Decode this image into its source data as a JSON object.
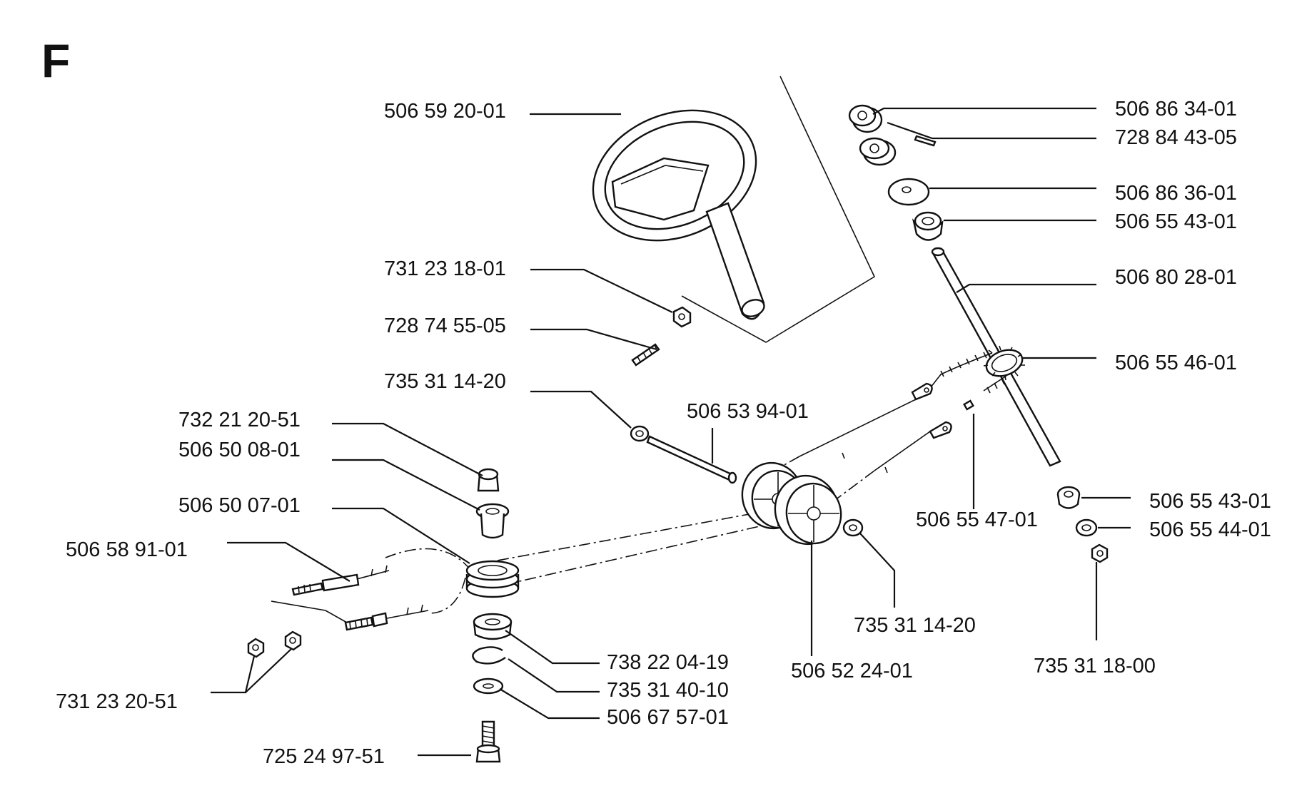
{
  "diagram": {
    "section_letter": "F",
    "labels": [
      {
        "id": "l01",
        "text": "506 59 20-01"
      },
      {
        "id": "l02",
        "text": "731 23 18-01"
      },
      {
        "id": "l03",
        "text": "728 74 55-05"
      },
      {
        "id": "l04",
        "text": "735 31 14-20"
      },
      {
        "id": "l05",
        "text": "506 53 94-01"
      },
      {
        "id": "l06",
        "text": "732 21 20-51"
      },
      {
        "id": "l07",
        "text": "506 50 08-01"
      },
      {
        "id": "l08",
        "text": "506 50 07-01"
      },
      {
        "id": "l09",
        "text": "506 58 91-01"
      },
      {
        "id": "l10",
        "text": "731 23 20-51"
      },
      {
        "id": "l11",
        "text": "738 22 04-19"
      },
      {
        "id": "l12",
        "text": "735 31 40-10"
      },
      {
        "id": "l13",
        "text": "506 67 57-01"
      },
      {
        "id": "l14",
        "text": "725 24 97-51"
      },
      {
        "id": "l15",
        "text": "506 52 24-01"
      },
      {
        "id": "l16",
        "text": "735 31 14-20"
      },
      {
        "id": "l17",
        "text": "506 55 47-01"
      },
      {
        "id": "l18",
        "text": "506 86 34-01"
      },
      {
        "id": "l19",
        "text": "728 84 43-05"
      },
      {
        "id": "l20",
        "text": "506 86 36-01"
      },
      {
        "id": "l21",
        "text": "506 55 43-01"
      },
      {
        "id": "l22",
        "text": "506 80 28-01"
      },
      {
        "id": "l23",
        "text": "506 55 46-01"
      },
      {
        "id": "l24",
        "text": "506 55 43-01"
      },
      {
        "id": "l25",
        "text": "506 55 44-01"
      },
      {
        "id": "l26",
        "text": "735 31 18-00"
      }
    ]
  }
}
